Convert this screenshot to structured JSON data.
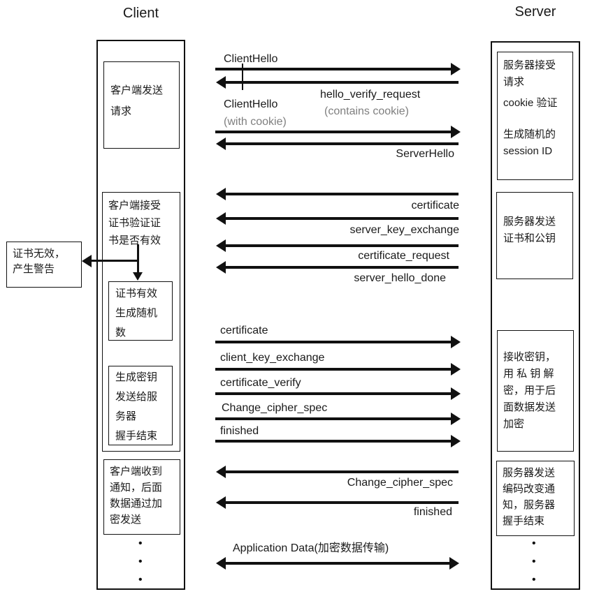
{
  "titles": {
    "client": "Client",
    "server": "Server"
  },
  "client_column": {
    "send_request": "客户端发送\n请求",
    "verify_cert": "客户端接受\n证书验证证\n书是否有效",
    "cert_valid": "证书有效\n生成随机\n数",
    "gen_key": "生成密钥\n发送给服\n务器\n握手结束",
    "notified": "客户端收到\n通知，后面\n数据通过加\n密发送",
    "ellipsis_dot": "•"
  },
  "warning_box": {
    "text": "证书无效，\n产生警告"
  },
  "server_column": {
    "accept_request": "服务器接受\n请求",
    "cookie_verify": "cookie 验证",
    "session_id": "生成随机的\nsession ID",
    "send_cert": "服务器发送\n证书和公钥",
    "recv_key": "接收密钥，\n用 私 钥 解\n密，用于后\n面数据发送\n加密",
    "change_notice": "服务器发送\n编码改变通\n知，服务器\n握手结束",
    "ellipsis_dot": "•"
  },
  "messages": [
    {
      "label": "ClientHello",
      "direction": "client-to-server"
    },
    {
      "label": "hello_verify_request",
      "note": "(contains cookie)",
      "direction": "server-to-client"
    },
    {
      "label": "ClientHello",
      "note": "(with cookie)",
      "direction": "client-to-server"
    },
    {
      "label": "ServerHello",
      "direction": "server-to-client"
    },
    {
      "label": "certificate",
      "direction": "server-to-client"
    },
    {
      "label": "server_key_exchange",
      "direction": "server-to-client"
    },
    {
      "label": "certificate_request",
      "direction": "server-to-client"
    },
    {
      "label": "server_hello_done",
      "direction": "server-to-client"
    },
    {
      "label": "certificate",
      "direction": "client-to-server"
    },
    {
      "label": "client_key_exchange",
      "direction": "client-to-server"
    },
    {
      "label": "certificate_verify",
      "direction": "client-to-server"
    },
    {
      "label": "Change_cipher_spec",
      "direction": "client-to-server"
    },
    {
      "label": "finished",
      "direction": "client-to-server"
    },
    {
      "label": "Change_cipher_spec",
      "direction": "server-to-client"
    },
    {
      "label": "finished",
      "direction": "server-to-client"
    },
    {
      "label": "Application Data(加密数据传输)",
      "direction": "bidirectional"
    }
  ],
  "colors": {
    "line": "#111111",
    "text": "#1a1a1a",
    "muted_text": "#7f7f7f",
    "background": "#ffffff"
  }
}
